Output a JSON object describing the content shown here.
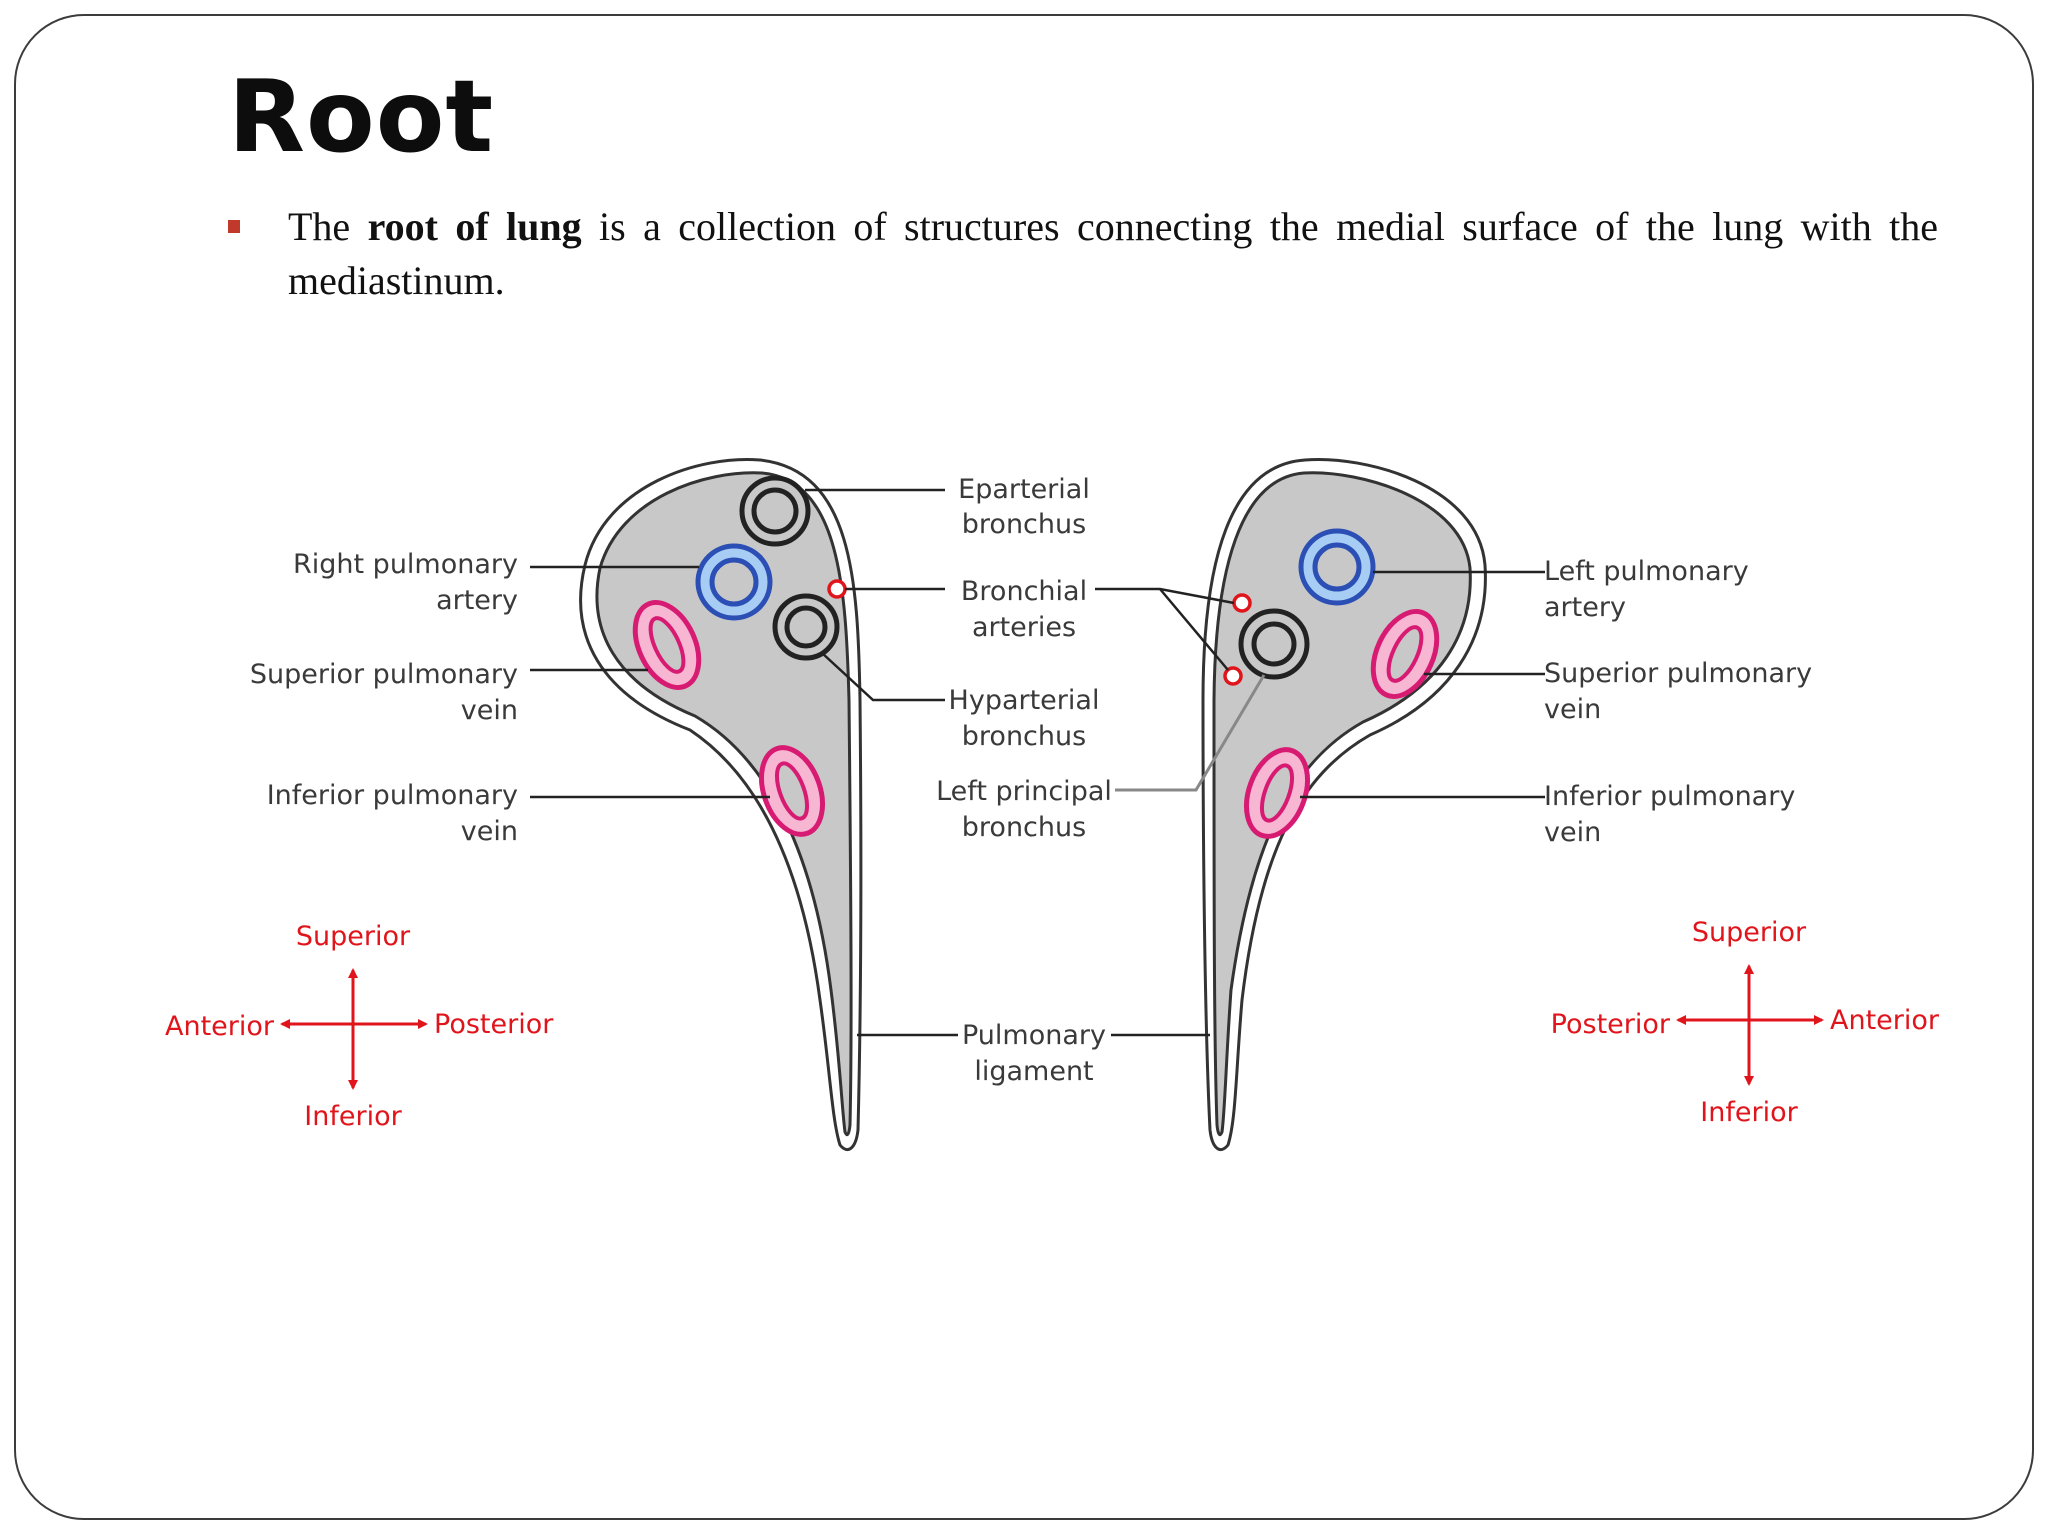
{
  "slide": {
    "title": "Root",
    "bullet": {
      "prefix": "The ",
      "bold": "root of lung",
      "suffix": " is a collection of structures connecting the  medial  surface of the lung with the mediastinum."
    }
  },
  "colors": {
    "lung_fill": "#c8c8c8",
    "artery": "#2b4fb5",
    "artery_fill": "#a8cdf5",
    "vein": "#d81b72",
    "vein_fill": "#f7b6d2",
    "bronchial": "#e0151c",
    "direction": "#e0151c"
  },
  "diagram": {
    "labels": {
      "eparterial_1": "Eparterial",
      "eparterial_2": "bronchus",
      "bronchial_1": "Bronchial",
      "bronchial_2": "arteries",
      "hyparterial_1": "Hyparterial",
      "hyparterial_2": "bronchus",
      "left_principal_1": "Left principal",
      "left_principal_2": "bronchus",
      "pulm_lig_1": "Pulmonary",
      "pulm_lig_2": "ligament",
      "right_pa_1": "Right pulmonary",
      "right_pa_2": "artery",
      "sup_pv_r_1": "Superior pulmonary",
      "sup_pv_r_2": "vein",
      "inf_pv_r_1": "Inferior pulmonary",
      "inf_pv_r_2": "vein",
      "left_pa_1": "Left pulmonary",
      "left_pa_2": "artery",
      "sup_pv_l_1": "Superior pulmonary",
      "sup_pv_l_2": "vein",
      "inf_pv_l_1": "Inferior pulmonary",
      "inf_pv_l_2": "vein"
    },
    "compass_right": {
      "superior": "Superior",
      "inferior": "Inferior",
      "anterior": "Anterior",
      "posterior": "Posterior"
    },
    "compass_left": {
      "superior": "Superior",
      "inferior": "Inferior",
      "posterior": "Posterior",
      "anterior": "Anterior"
    }
  }
}
